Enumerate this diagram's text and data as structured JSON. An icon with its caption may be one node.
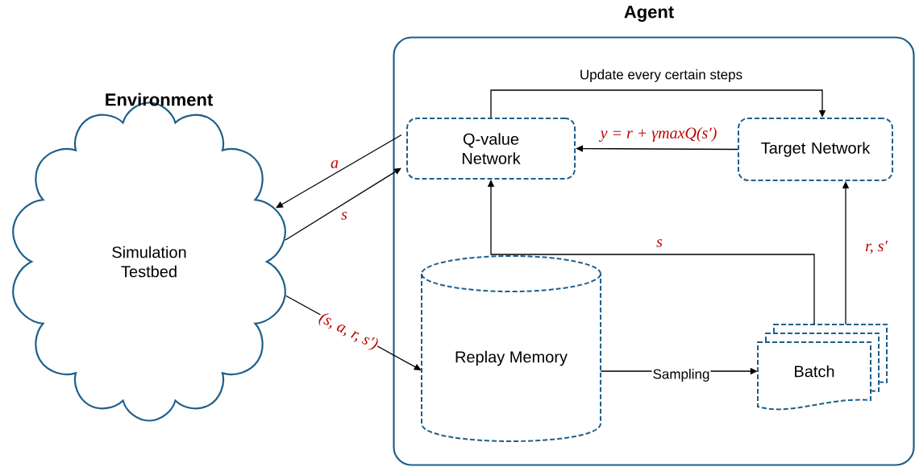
{
  "diagram": {
    "nodes": [
      {
        "text": [
          "Agent"
        ]
      },
      {
        "text": [
          "Environment",
          "Simulation Testbed"
        ]
      },
      {
        "text": [
          "Q-value Network"
        ],
        "in": 0
      },
      {
        "text": [
          "Target Network"
        ],
        "in": 0
      },
      {
        "text": [
          "Replay Memory"
        ],
        "in": 0
      },
      {
        "text": [
          "Batch"
        ],
        "in": 0
      }
    ],
    "edges": [
      {
        "from": 2,
        "to": 1,
        "arrow": "to",
        "label": "a"
      },
      {
        "from": 1,
        "to": 2,
        "arrow": "to",
        "label": "s"
      },
      {
        "from": 2,
        "to": 3,
        "arrow": "to",
        "label": "Update every certain steps"
      },
      {
        "from": 3,
        "to": 2,
        "arrow": "to",
        "label": "y = r + γmaxQ(s′)"
      },
      {
        "from": 1,
        "to": 4,
        "arrow": "to",
        "label": "(s, a, r, s′)"
      },
      {
        "from": 4,
        "to": 5,
        "arrow": "to",
        "label": "Sampling"
      },
      {
        "from": 5,
        "to": 2,
        "arrow": "to",
        "label": "s"
      },
      {
        "from": 5,
        "to": 3,
        "arrow": "to",
        "label": "r, s′"
      }
    ]
  }
}
